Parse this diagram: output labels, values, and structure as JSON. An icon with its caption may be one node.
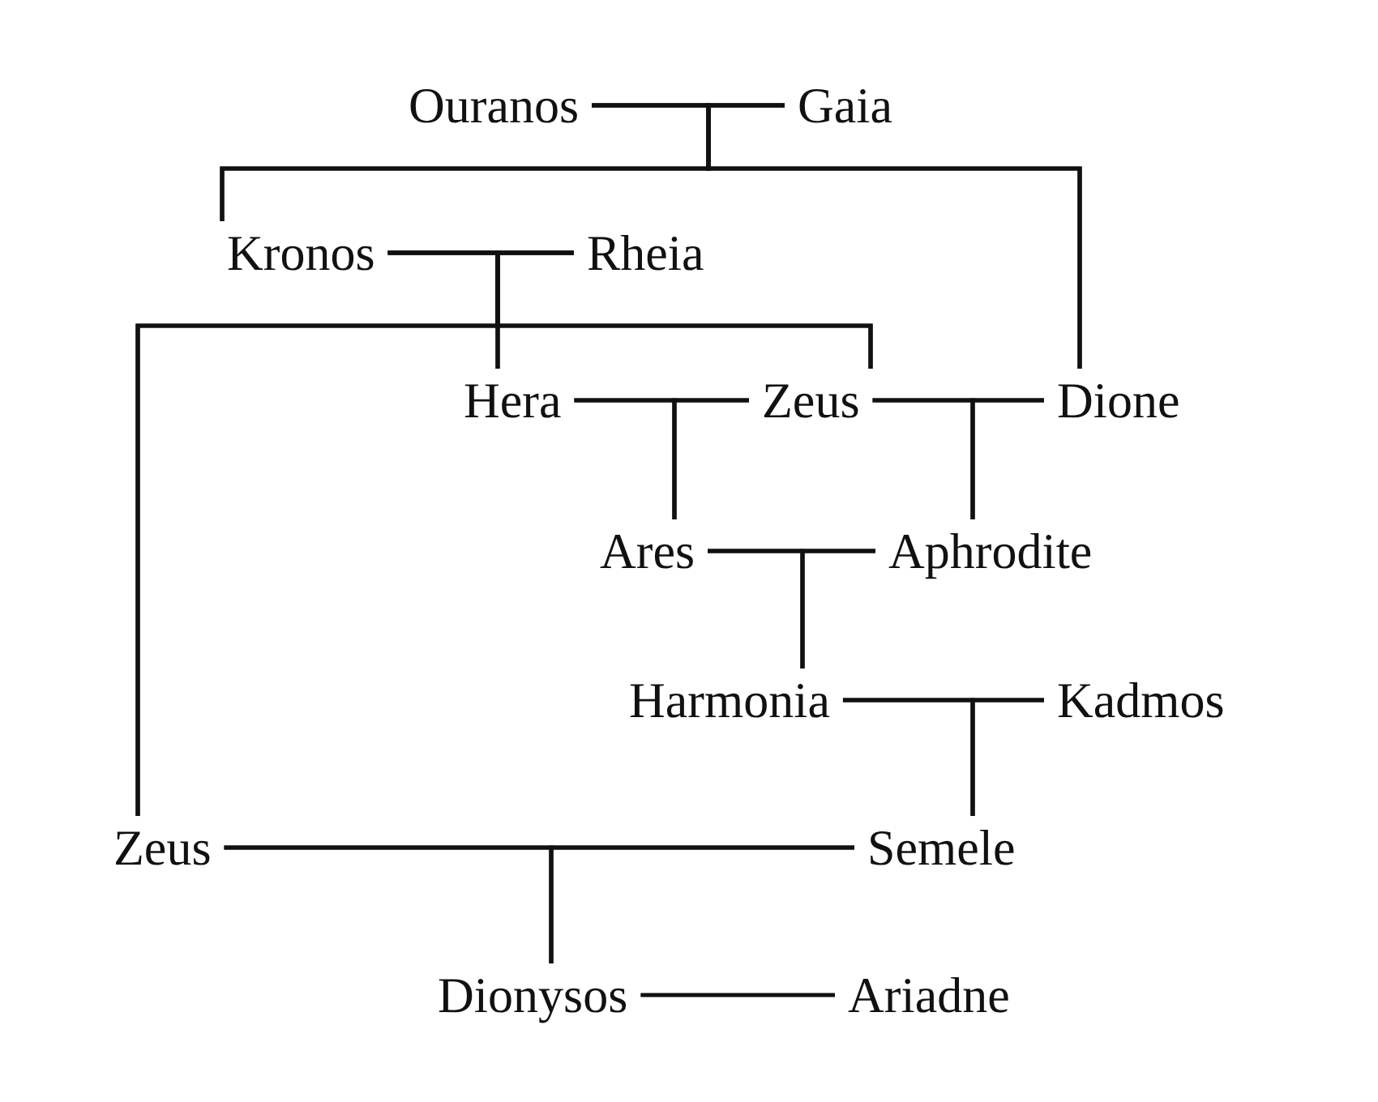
{
  "diagram": {
    "nodes": [
      {
        "text": [
          "Ouranos"
        ]
      },
      {
        "text": [
          "Gaia"
        ]
      },
      {
        "text": [
          "Kronos"
        ]
      },
      {
        "text": [
          "Rheia"
        ]
      },
      {
        "text": [
          "Hera"
        ]
      },
      {
        "text": [
          "Zeus"
        ]
      },
      {
        "text": [
          "Dione"
        ]
      },
      {
        "text": [
          "Ares"
        ]
      },
      {
        "text": [
          "Aphrodite"
        ]
      },
      {
        "text": [
          "Harmonia"
        ]
      },
      {
        "text": [
          "Kadmos"
        ]
      },
      {
        "text": [
          "Zeus"
        ]
      },
      {
        "text": [
          "Semele"
        ]
      },
      {
        "text": [
          "Dionysos"
        ]
      },
      {
        "text": [
          "Ariadne"
        ]
      }
    ],
    "edges": [
      {
        "from": 0,
        "to": 1,
        "arrow": "none"
      },
      {
        "from": 0,
        "to": 2,
        "arrow": "none"
      },
      {
        "from": 1,
        "to": 2,
        "arrow": "none"
      },
      {
        "from": 0,
        "to": 6,
        "arrow": "none"
      },
      {
        "from": 1,
        "to": 6,
        "arrow": "none"
      },
      {
        "from": 2,
        "to": 3,
        "arrow": "none"
      },
      {
        "from": 2,
        "to": 4,
        "arrow": "none"
      },
      {
        "from": 3,
        "to": 4,
        "arrow": "none"
      },
      {
        "from": 2,
        "to": 5,
        "arrow": "none"
      },
      {
        "from": 3,
        "to": 5,
        "arrow": "none"
      },
      {
        "from": 2,
        "to": 11,
        "arrow": "none"
      },
      {
        "from": 3,
        "to": 11,
        "arrow": "none"
      },
      {
        "from": 4,
        "to": 5,
        "arrow": "none"
      },
      {
        "from": 5,
        "to": 6,
        "arrow": "none"
      },
      {
        "from": 4,
        "to": 7,
        "arrow": "none"
      },
      {
        "from": 5,
        "to": 7,
        "arrow": "none"
      },
      {
        "from": 5,
        "to": 8,
        "arrow": "none"
      },
      {
        "from": 6,
        "to": 8,
        "arrow": "none"
      },
      {
        "from": 7,
        "to": 8,
        "arrow": "none"
      },
      {
        "from": 7,
        "to": 9,
        "arrow": "none"
      },
      {
        "from": 8,
        "to": 9,
        "arrow": "none"
      },
      {
        "from": 9,
        "to": 10,
        "arrow": "none"
      },
      {
        "from": 9,
        "to": 12,
        "arrow": "none"
      },
      {
        "from": 10,
        "to": 12,
        "arrow": "none"
      },
      {
        "from": 11,
        "to": 12,
        "arrow": "none"
      },
      {
        "from": 11,
        "to": 13,
        "arrow": "none"
      },
      {
        "from": 12,
        "to": 13,
        "arrow": "none"
      },
      {
        "from": 13,
        "to": 14,
        "arrow": "none"
      }
    ]
  }
}
